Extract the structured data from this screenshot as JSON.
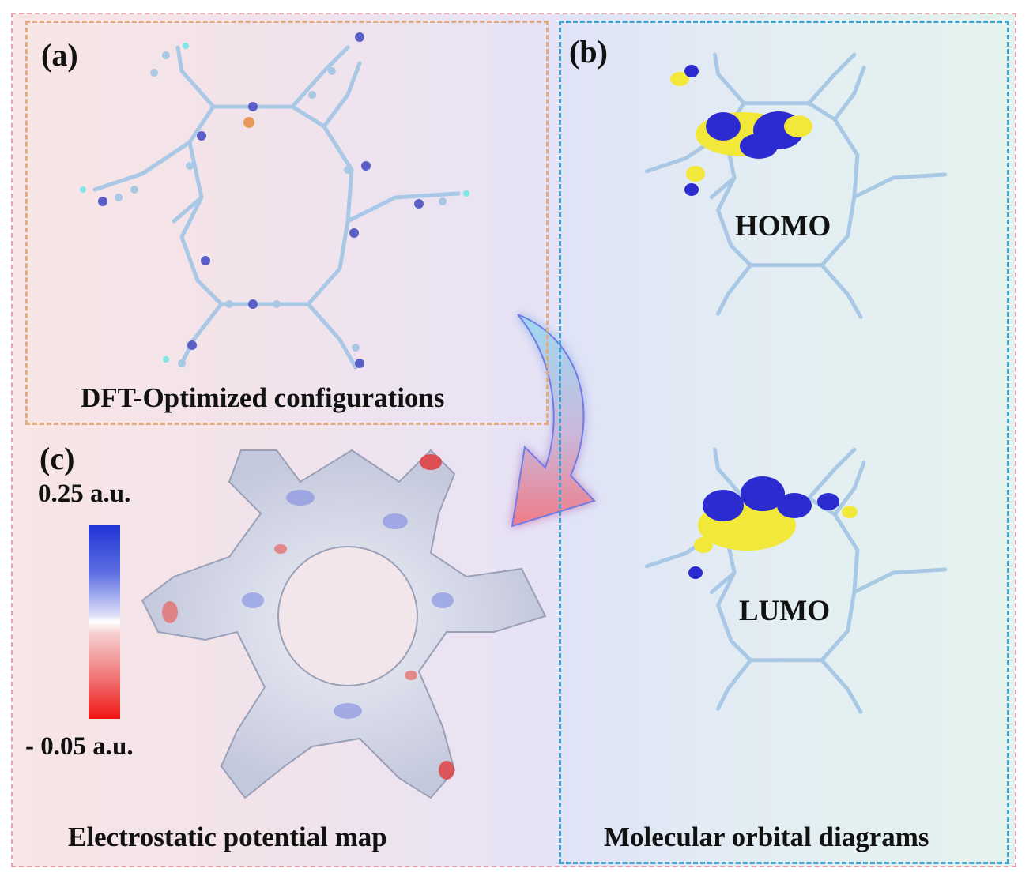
{
  "panels": {
    "a": {
      "label": "(a)",
      "caption": "DFT-Optimized configurations"
    },
    "b": {
      "label": "(b)",
      "caption": "Molecular orbital diagrams",
      "homo": "HOMO",
      "lumo": "LUMO"
    },
    "c": {
      "label": "(c)",
      "caption": "Electrostatic potential map",
      "scale_max": "0.25 a.u.",
      "scale_min": "- 0.05 a.u."
    }
  },
  "colors": {
    "border_outer": "#e5a4ac",
    "border_a": "#e2ac82",
    "border_b": "#3fa2cf",
    "carbon": "#a9c8e6",
    "hydrogen": "#7fe6e6",
    "nitrogen": "#5a5fc8",
    "metal": "#e89a5c",
    "orbital_blue": "#2b2bd0",
    "orbital_yellow": "#f1e83a",
    "esp_positive": "#1f33d6",
    "esp_negative": "#f01515"
  }
}
